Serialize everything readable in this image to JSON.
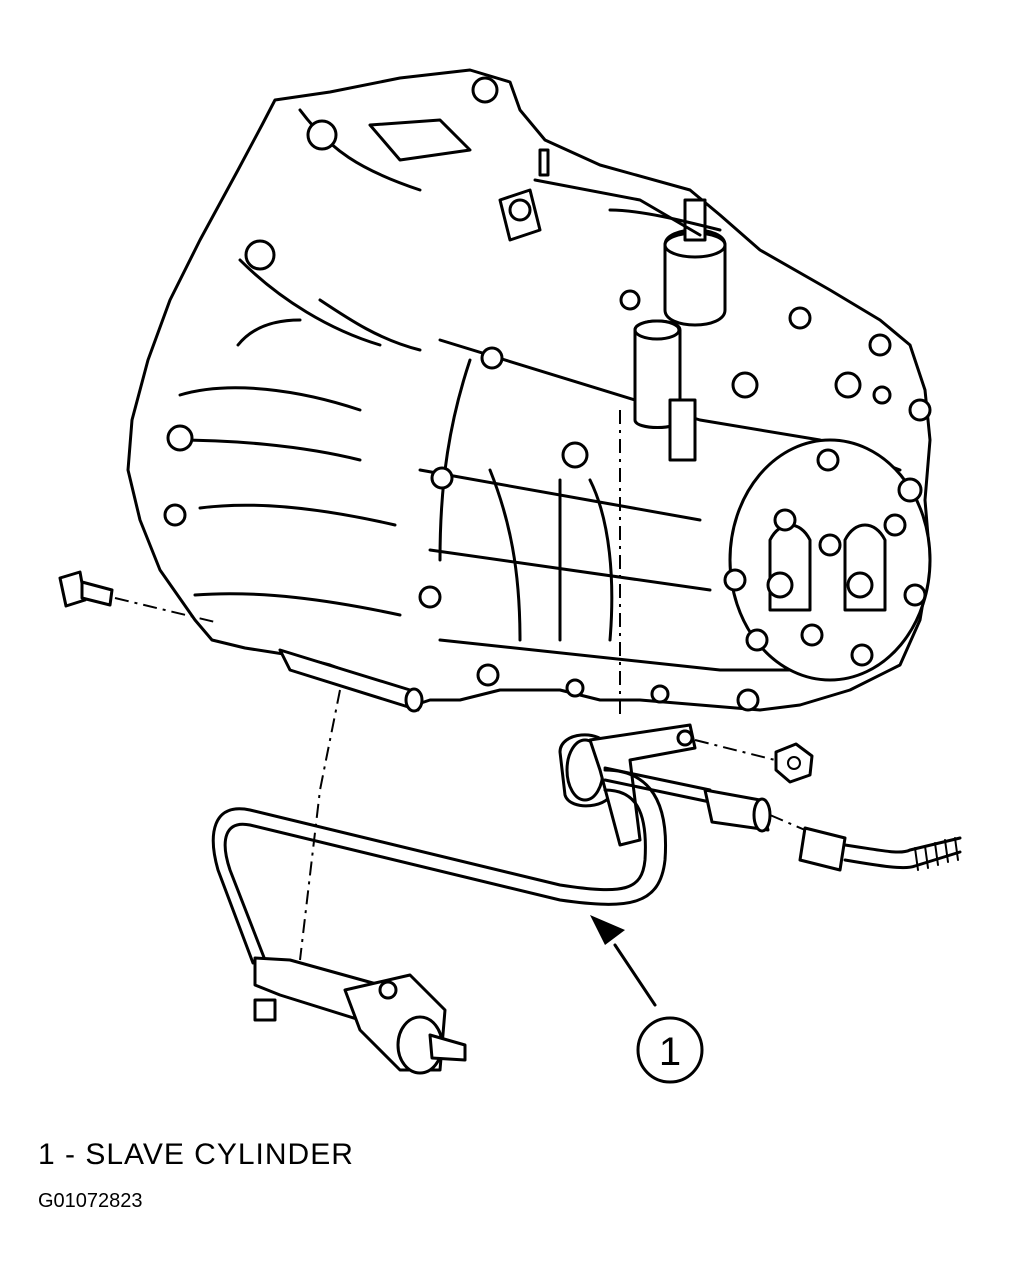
{
  "callout": {
    "number": "1"
  },
  "legend": {
    "text": "1 - SLAVE CYLINDER"
  },
  "figure_id": "G01072823",
  "icons": [
    "transmission-illustration",
    "slave-cylinder",
    "bolt",
    "nut",
    "hydraulic-line",
    "callout-arrow"
  ]
}
